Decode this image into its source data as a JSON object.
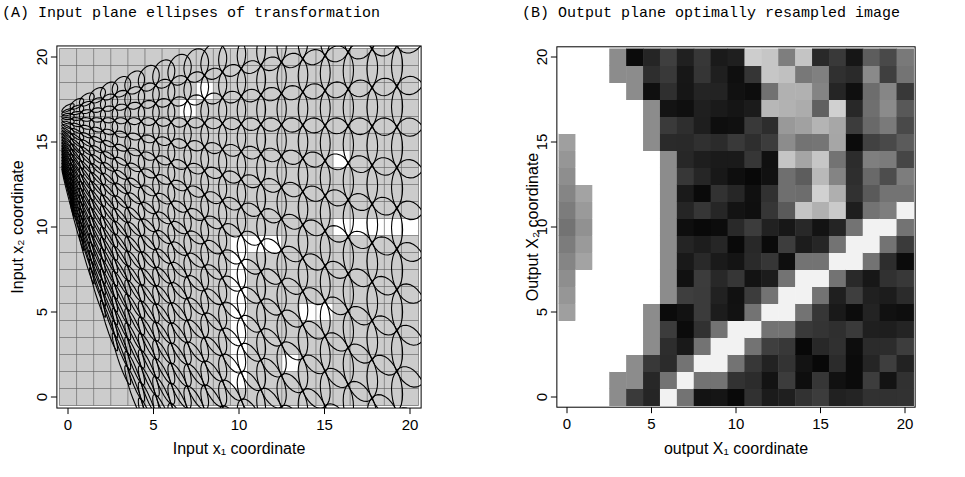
{
  "diagram": {
    "labels": [
      "(A) Input plane ellipses of transformation",
      "(B) Output plane optimally resampled image",
      "0",
      "5",
      "10",
      "15",
      "20",
      "0",
      "5",
      "10",
      "15",
      "20",
      "Input x₁ coordinate",
      "Input x₂ coordinate",
      "0",
      "5",
      "10",
      "15",
      "20",
      "0",
      "5",
      "10",
      "15",
      "20",
      "output X₁ coordinate",
      "Output X₂ coordinate"
    ]
  }
}
